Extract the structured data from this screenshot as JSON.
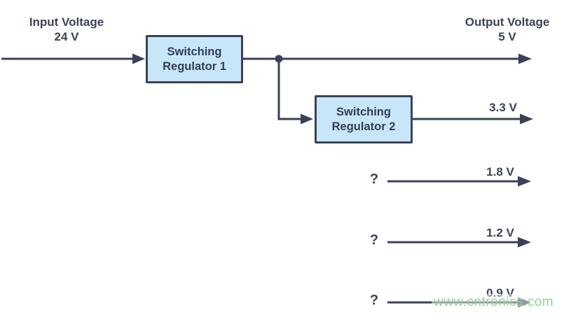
{
  "diagram": {
    "input": {
      "label": "Input Voltage",
      "value": "24 V"
    },
    "output": {
      "label": "Output Voltage",
      "value": "5 V"
    },
    "regulator1": {
      "label": "Switching Regulator 1"
    },
    "regulator2": {
      "label": "Switching Regulator 2",
      "output_value": "3.3 V"
    },
    "unknown_rails": [
      {
        "source": "?",
        "value": "1.8 V"
      },
      {
        "source": "?",
        "value": "1.2 V"
      },
      {
        "source": "?",
        "value": "0.9 V"
      }
    ],
    "colors": {
      "line": "#3b4257",
      "box_fill": "#c7e7f8",
      "box_border": "#3b4257",
      "text": "#3b4257",
      "watermark": "#97d099",
      "background": "#ffffff"
    }
  },
  "watermark": {
    "text": "www.cntronics.com"
  }
}
